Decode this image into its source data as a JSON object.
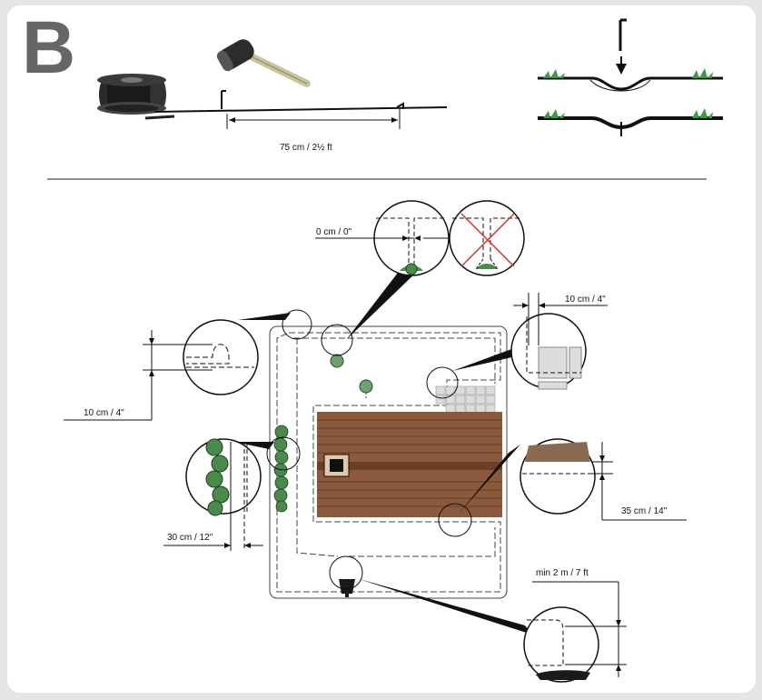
{
  "section": {
    "letter": "B"
  },
  "labels": {
    "wire_peg_spacing": "75 cm / 2½ ft",
    "distance_zero": "0 cm / 0\"",
    "distance_tiles": "10 cm / 4\"",
    "distance_corner": "10 cm / 4\"",
    "distance_hedge": "30 cm / 12\"",
    "distance_step": "35 cm / 14\"",
    "distance_min_pond": "min 2 m / 7 ft"
  },
  "colors": {
    "background": "#e6e6e6",
    "card": "#ffffff",
    "letter": "#666666",
    "wire": "#111111",
    "house_roof": "#8b5a3c",
    "paving": "#dcdcdc",
    "shrub": "#4a8a4a",
    "forbidden_cross": "#e03030"
  },
  "icons": {
    "wire_reel": "reel-icon",
    "mallet": "mallet-icon",
    "peg": "peg-icon",
    "grass": "grass-icon"
  }
}
